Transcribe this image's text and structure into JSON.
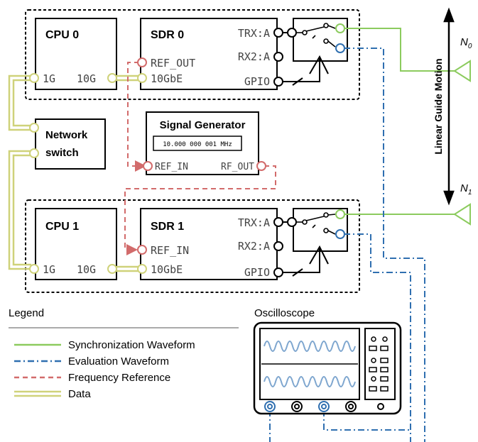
{
  "blocks": {
    "cpu0": "CPU 0",
    "cpu1": "CPU 1",
    "sdr0": "SDR 0",
    "sdr1": "SDR 1",
    "network_switch_line1": "Network",
    "network_switch_line2": "switch",
    "signal_generator": "Signal Generator",
    "signal_generator_display": "10.000 000 001 MHz",
    "oscilloscope": "Oscilloscope"
  },
  "ports": {
    "cpu_1g": "1G",
    "cpu_10g": "10G",
    "sdr_10gbe": "10GbE",
    "trx_a": "TRX:A",
    "rx2_a": "RX2:A",
    "gpio": "GPIO",
    "ref_out": "REF_OUT",
    "ref_in": "REF_IN",
    "rf_out": "RF_OUT"
  },
  "motion": {
    "label": "Linear Guide Motion",
    "node_top": "N",
    "node_top_sub": "0",
    "node_bottom": "N",
    "node_bottom_sub": "1"
  },
  "legend": {
    "title": "Legend",
    "items": [
      {
        "label": "Synchronization Waveform",
        "color": "#8ccb5e",
        "style": "solid"
      },
      {
        "label": "Evaluation Waveform",
        "color": "#2f6fb0",
        "style": "dash-dot"
      },
      {
        "label": "Frequency Reference",
        "color": "#d26b6b",
        "style": "dashed"
      },
      {
        "label": "Data",
        "color": "#cfd27a",
        "style": "double"
      }
    ]
  },
  "colors": {
    "sync": "#8ccb5e",
    "eval": "#2f6fb0",
    "freq": "#d26b6b",
    "data": "#cfd27a",
    "wave": "#7ea6cf"
  }
}
